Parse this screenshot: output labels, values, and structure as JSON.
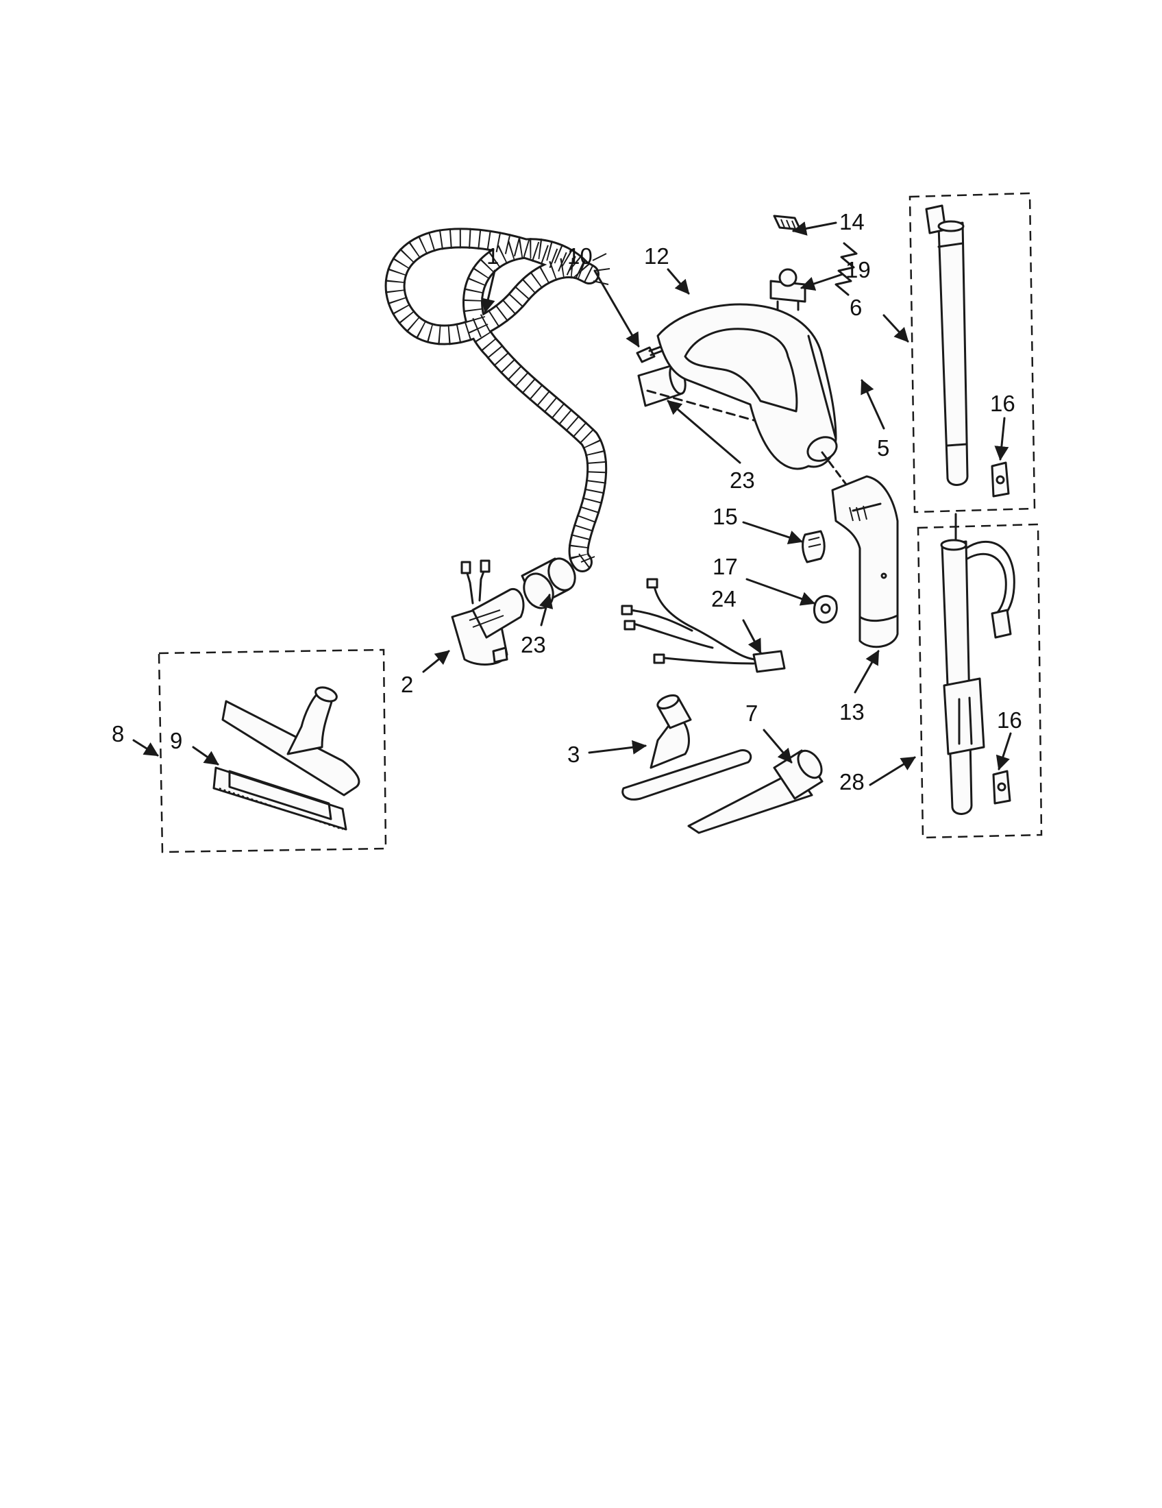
{
  "callouts": [
    {
      "id": "c1",
      "label": "1"
    },
    {
      "id": "c10",
      "label": "10"
    },
    {
      "id": "c12",
      "label": "12"
    },
    {
      "id": "c14",
      "label": "14"
    },
    {
      "id": "c19",
      "label": "19"
    },
    {
      "id": "c6",
      "label": "6"
    },
    {
      "id": "c5",
      "label": "5"
    },
    {
      "id": "c16a",
      "label": "16"
    },
    {
      "id": "c23a",
      "label": "23"
    },
    {
      "id": "c15",
      "label": "15"
    },
    {
      "id": "c17",
      "label": "17"
    },
    {
      "id": "c24",
      "label": "24"
    },
    {
      "id": "c23b",
      "label": "23"
    },
    {
      "id": "c2",
      "label": "2"
    },
    {
      "id": "c13",
      "label": "13"
    },
    {
      "id": "c8",
      "label": "8"
    },
    {
      "id": "c9",
      "label": "9"
    },
    {
      "id": "c3",
      "label": "3"
    },
    {
      "id": "c7",
      "label": "7"
    },
    {
      "id": "c16b",
      "label": "16"
    },
    {
      "id": "c28",
      "label": "28"
    }
  ]
}
